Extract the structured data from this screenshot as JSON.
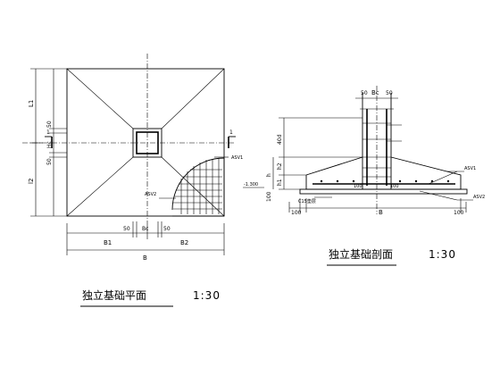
{
  "plan": {
    "title": "独立基础平面",
    "scale": "1:30",
    "labels": {
      "L1": "L1",
      "L2": "l2",
      "dim50a": "50",
      "hc": "Hc",
      "dim50b": "50",
      "B1": "B1",
      "B2": "B2",
      "B": "B",
      "bc": "Bc",
      "dim50c": "50",
      "dim50d": "50",
      "asv1": "ASV1",
      "asv2": "ASV2",
      "section_mark": "1",
      "section_mark2": "1"
    }
  },
  "section": {
    "title": "独立基础剖面",
    "scale": "1:30",
    "labels": {
      "dim50a": "50",
      "bc": "Bc",
      "dim50b": "50",
      "d40": "40d",
      "h2": "h2",
      "h1": "h1",
      "h": "h",
      "d100": "100",
      "elev": "-1.300",
      "asv1": "ASV1",
      "asv2": "ASV2",
      "c15": "C15垫层",
      "b100a": "100",
      "b100b": "100",
      "B": "B",
      "inner100a": "100",
      "inner100b": "100"
    }
  }
}
